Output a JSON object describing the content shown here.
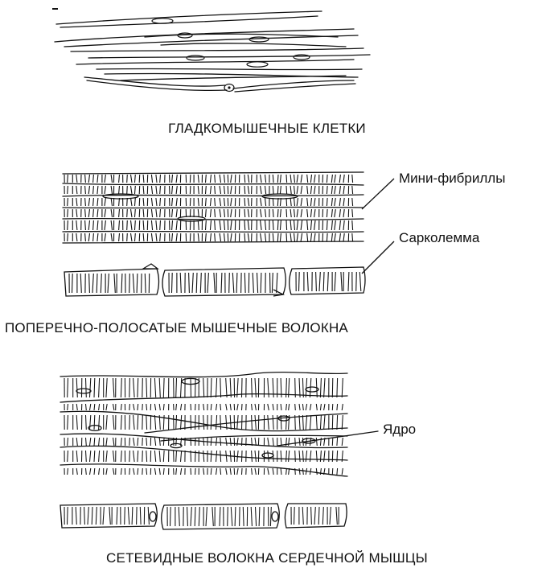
{
  "panels": [
    {
      "caption": "ГЛАДКОМЫШЕЧНЫЕ КЛЕТКИ",
      "callouts": []
    },
    {
      "caption": "ПОПЕРЕЧНО-ПОЛОСАТЫЕ МЫШЕЧНЫЕ ВОЛОКНА",
      "callouts": [
        "Мини-фибриллы",
        "Сарколемма"
      ]
    },
    {
      "caption": "СЕТЕВИДНЫЕ ВОЛОКНА СЕРДЕЧНОЙ МЫШЦЫ",
      "callouts": [
        "Ядро"
      ]
    }
  ],
  "colors": {
    "ink": "#111111",
    "background": "#ffffff"
  }
}
